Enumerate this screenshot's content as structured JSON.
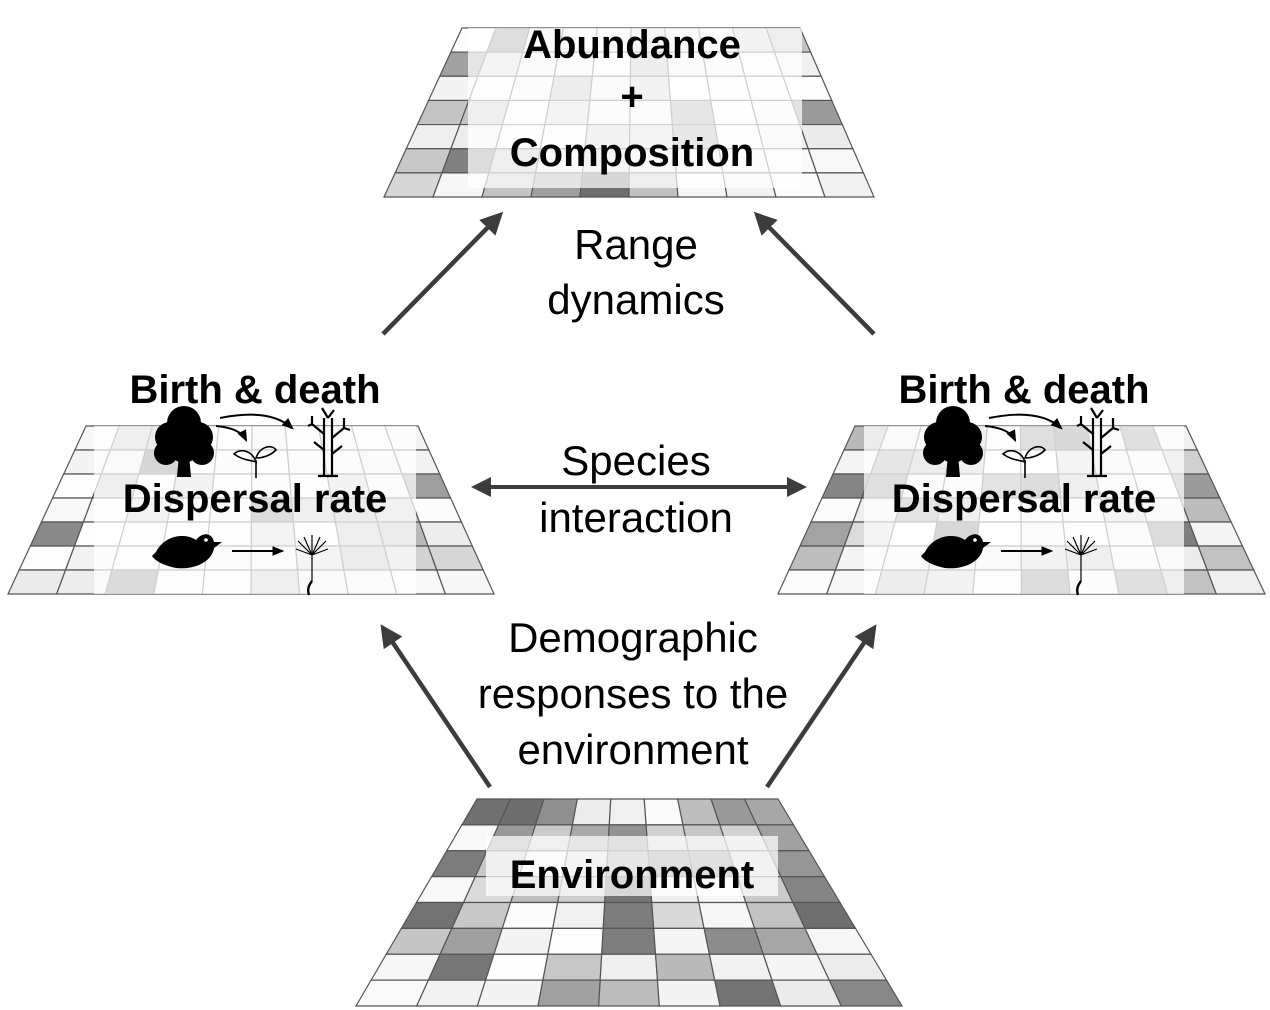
{
  "nodes": {
    "top": {
      "line1": "Abundance",
      "line2": "+",
      "line3": "Composition"
    },
    "left": {
      "title": "Birth & death",
      "subtitle": "Dispersal rate"
    },
    "right": {
      "title": "Birth & death",
      "subtitle": "Dispersal rate"
    },
    "bottom": {
      "title": "Environment"
    }
  },
  "edges": {
    "range": {
      "line1": "Range",
      "line2": "dynamics"
    },
    "interaction": {
      "line1": "Species",
      "line2": "interaction"
    },
    "demographic": {
      "line1": "Demographic",
      "line2": "responses to the",
      "line3": "environment"
    }
  },
  "icons": [
    "tree-icon",
    "seedling-icon",
    "dead-tree-icon",
    "bird-icon",
    "dandelion-seed-icon"
  ],
  "colors": {
    "ink": "#000000",
    "arrow": "#3c3c3c",
    "grid_line": "#555555"
  }
}
